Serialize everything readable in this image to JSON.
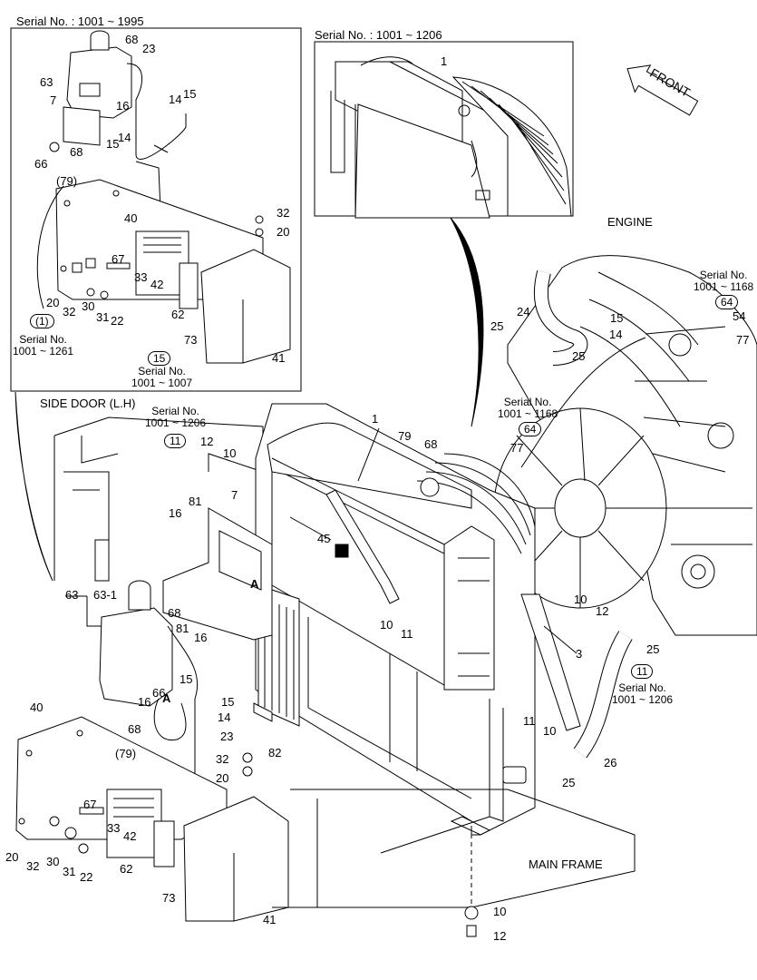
{
  "insets": {
    "upper_left_serial": "Serial No. : 1001 ~ 1995",
    "upper_right_serial": "Serial No. : 1001 ~ 1206"
  },
  "orientation": {
    "front": "FRONT",
    "engine": "ENGINE",
    "side_door": "SIDE DOOR (L.H)",
    "main_frame": "MAIN FRAME"
  },
  "serial_notes": [
    {
      "id": "sn1",
      "text": "Serial No.\n1001 ~ 1261"
    },
    {
      "id": "sn2",
      "text": "Serial No.\n1001 ~ 1007"
    },
    {
      "id": "sn3",
      "text": "Serial No.\n1001 ~ 1206"
    },
    {
      "id": "sn4",
      "text": "Serial No.\n1001 ~ 1168"
    },
    {
      "id": "sn5",
      "text": "Serial No.\n1001 ~ 1168"
    },
    {
      "id": "sn6",
      "text": "Serial No.\n1001 ~ 1206"
    }
  ],
  "circled_refs": [
    "(1)",
    "15",
    "11",
    "64",
    "64",
    "11"
  ],
  "callouts": [
    "68",
    "23",
    "63",
    "7",
    "16",
    "14",
    "15",
    "66",
    "68",
    "15",
    "14",
    "(79)",
    "40",
    "32",
    "20",
    "67",
    "33",
    "42",
    "20",
    "32",
    "30",
    "31",
    "22",
    "62",
    "73",
    "41",
    "1",
    "24",
    "25",
    "15",
    "14",
    "25",
    "54",
    "77",
    "77",
    "1",
    "79",
    "68",
    "45",
    "12",
    "10",
    "16",
    "81",
    "7",
    "63",
    "63-1",
    "68",
    "81",
    "16",
    "A",
    "A",
    "15",
    "16",
    "66",
    "15",
    "14",
    "68",
    "(79)",
    "23",
    "40",
    "32",
    "20",
    "67",
    "33",
    "42",
    "20",
    "32",
    "30",
    "31",
    "22",
    "62",
    "73",
    "41",
    "82",
    "10",
    "11",
    "10",
    "12",
    "25",
    "3",
    "11",
    "10",
    "25",
    "26",
    "10",
    "12"
  ]
}
